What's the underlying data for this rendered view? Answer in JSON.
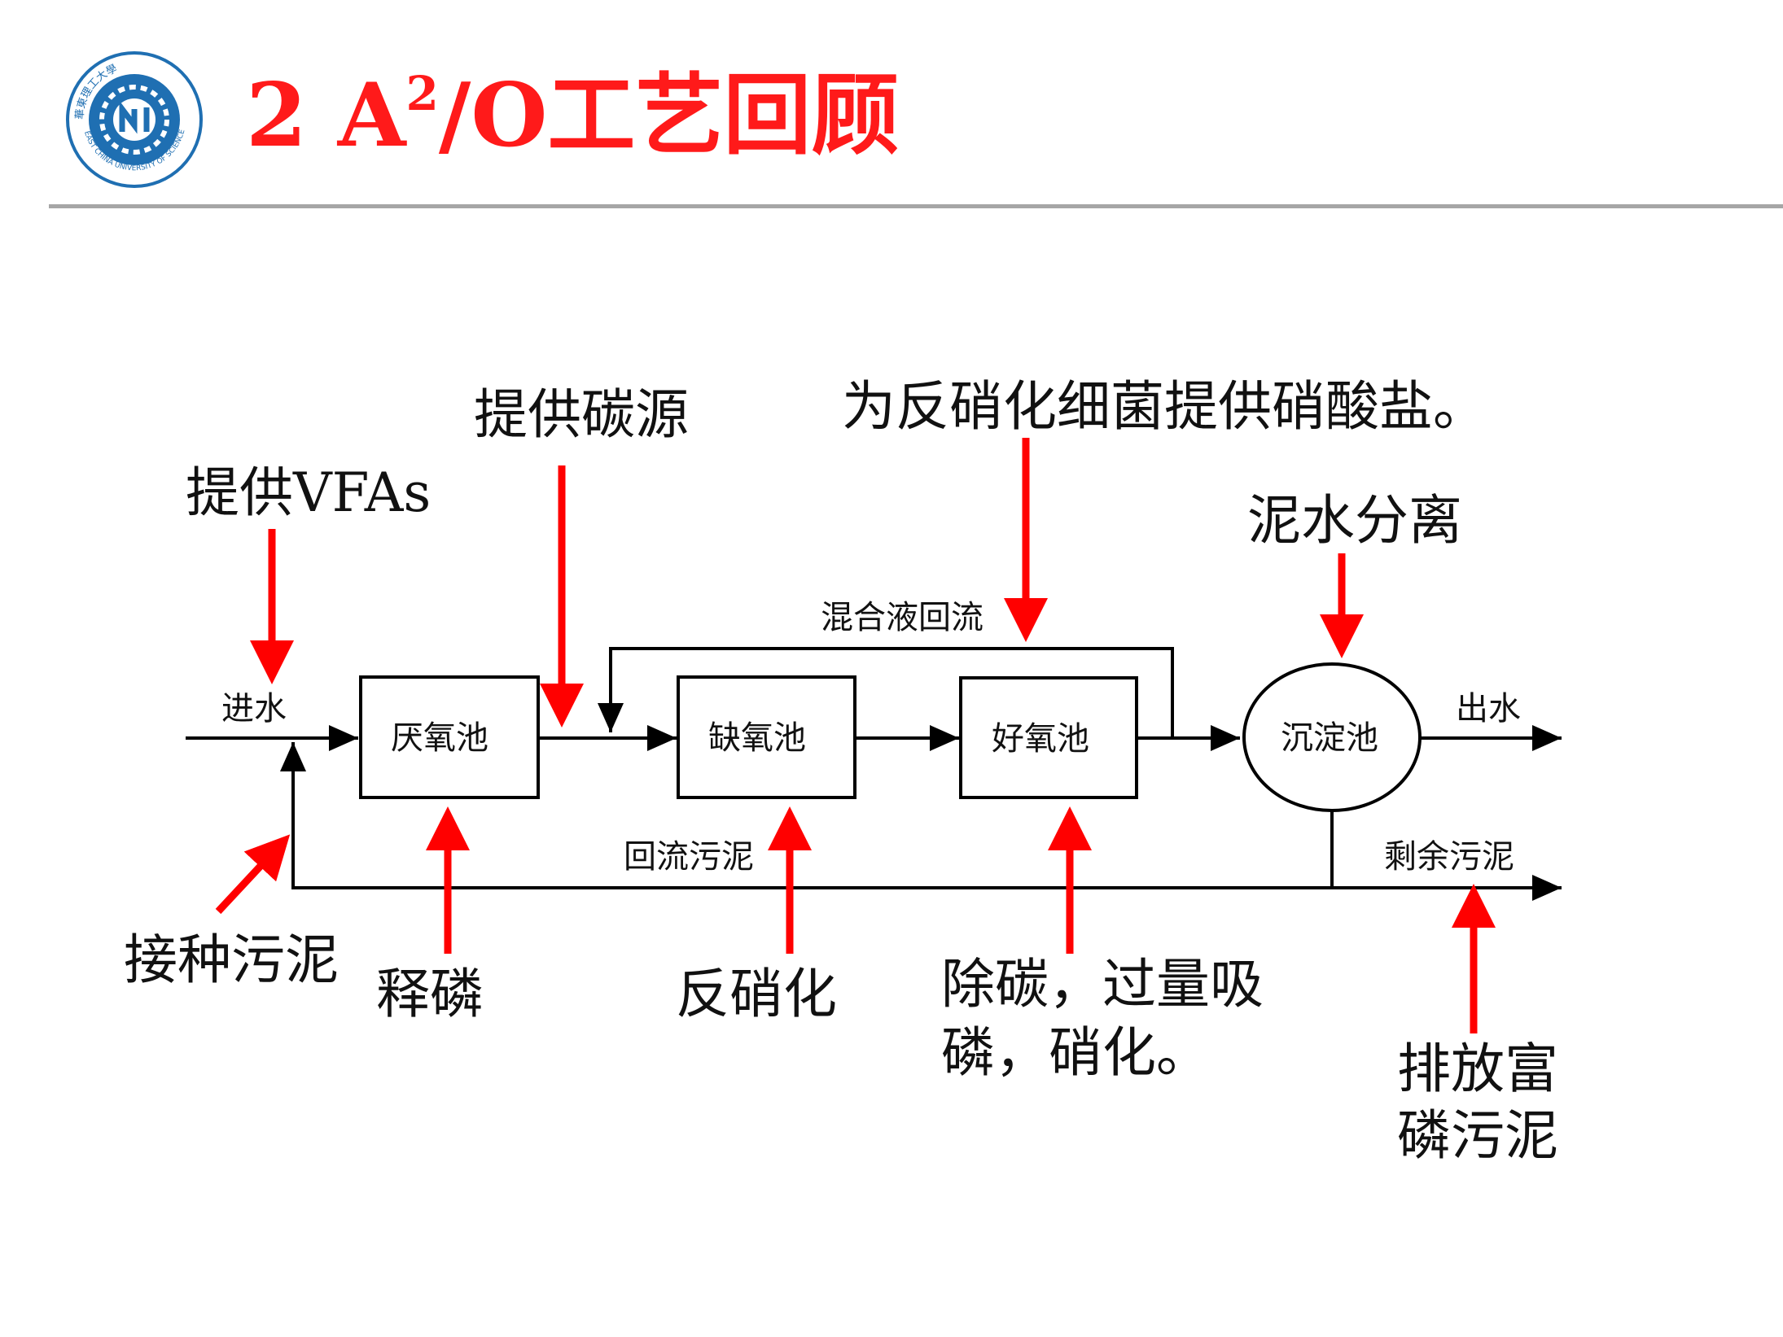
{
  "header": {
    "logo_text": "華東理工大學 EAST CHINA UNIVERSITY OF SCIENCE AND TECHNOLOGY",
    "title_prefix": "2 A",
    "title_sup": "2",
    "title_suffix": "/O工艺回顾"
  },
  "diagram": {
    "units": {
      "anaerobic": "厌氧池",
      "anoxic": "缺氧池",
      "aerobic": "好氧池",
      "clarifier": "沉淀池"
    },
    "flow_labels": {
      "influent": "进水",
      "effluent": "出水",
      "mixed_liquor_recycle": "混合液回流",
      "return_sludge": "回流污泥",
      "excess_sludge": "剩余污泥"
    },
    "annotations": {
      "provide_vfas": "提供VFAs",
      "provide_carbon": "提供碳源",
      "provide_nitrate": "为反硝化细菌提供硝酸盐。",
      "sludge_water_separation": "泥水分离",
      "seed_sludge": "接种污泥",
      "phosphorus_release": "释磷",
      "denitrification": "反硝化",
      "removal_line1": "除碳，过量吸",
      "removal_line2": "磷，硝化。",
      "discharge_line1": "排放富",
      "discharge_line2": "磷污泥"
    }
  },
  "colors": {
    "title": "#ff1a1a",
    "annotation_arrow": "#ff0000",
    "flow_line": "#000000",
    "rule": "#a6a6a6",
    "logo_blue": "#1f6fb2"
  }
}
